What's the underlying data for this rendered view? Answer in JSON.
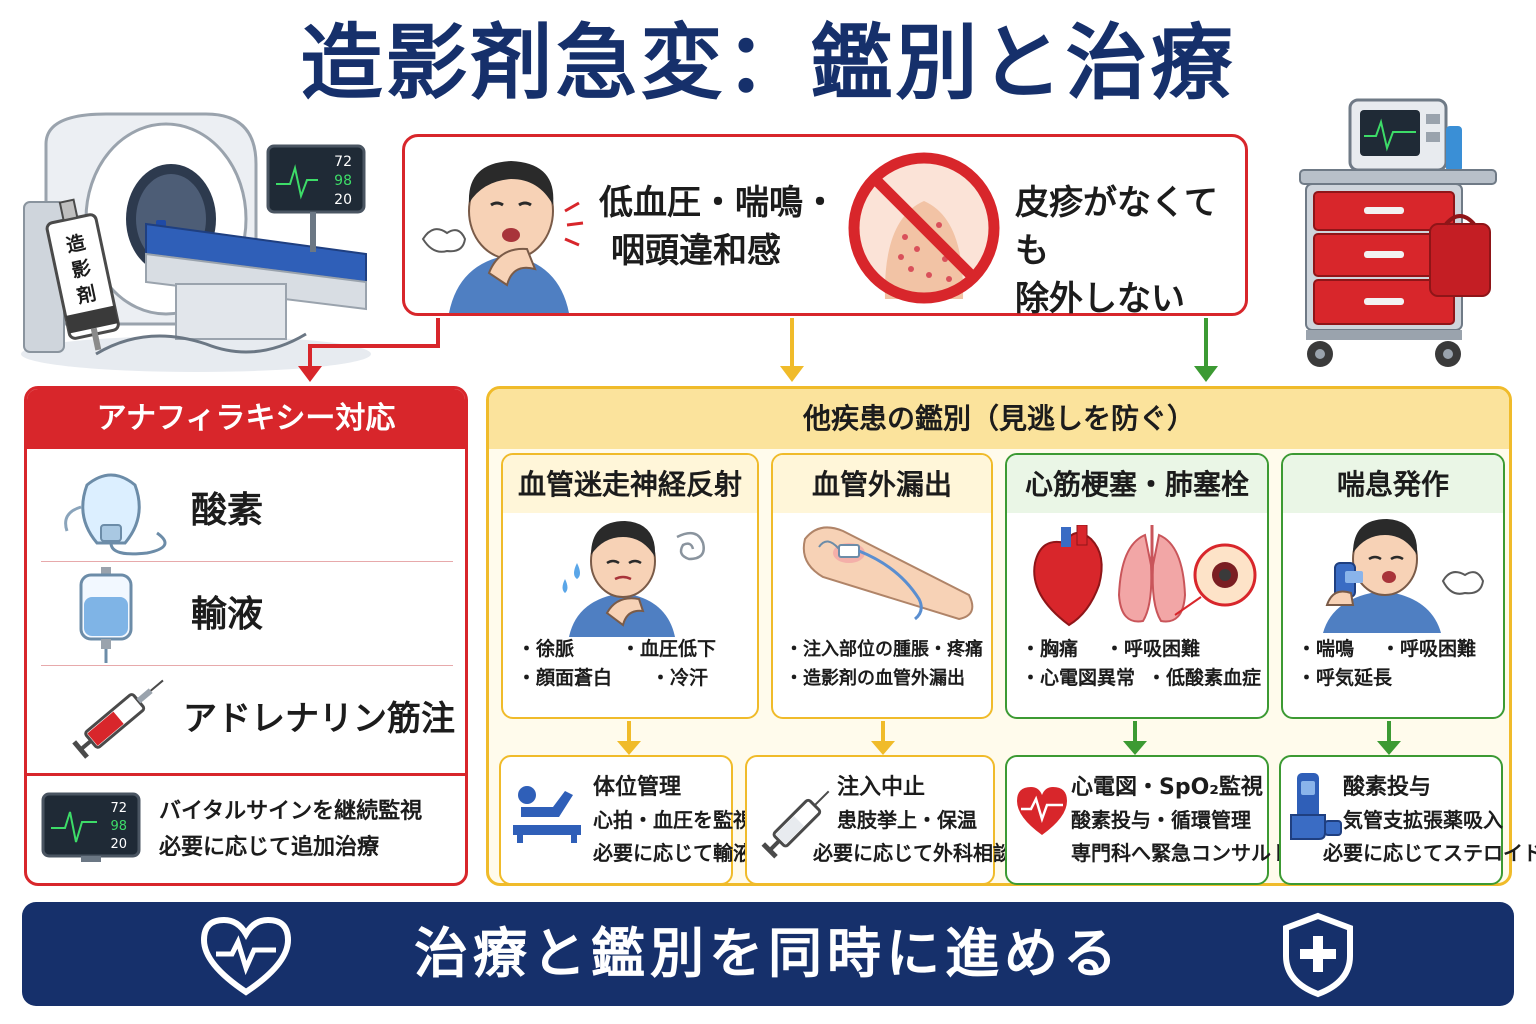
{
  "title": "造影剤急変：鑑別と治療",
  "top": {
    "symptoms_line1": "低血圧・喘鳴・",
    "symptoms_line2": "咽頭違和感",
    "rash_line1": "皮疹がなくても",
    "rash_line2": "除外しない"
  },
  "syringe_label": "造影剤",
  "monitor_values": [
    "72",
    "98",
    "20"
  ],
  "anaphylaxis": {
    "header": "アナフィラキシー対応",
    "items": [
      {
        "label": "酸素",
        "icon": "oxygen-mask-icon"
      },
      {
        "label": "輸液",
        "icon": "iv-bag-icon"
      },
      {
        "label": "アドレナリン筋注",
        "icon": "syringe-icon"
      }
    ],
    "footer_line1": "バイタルサインを継続監視",
    "footer_line2": "必要に応じて追加治療"
  },
  "differential": {
    "header": "他疾患の鑑別（見逃しを防ぐ）",
    "cards": [
      {
        "title": "血管迷走神経反射",
        "symptoms": [
          [
            "・徐脈",
            "・血圧低下"
          ],
          [
            "・顔面蒼白",
            "・冷汗"
          ]
        ],
        "treatment": [
          "体位管理",
          "心拍・血圧を監視",
          "必要に応じて輸液"
        ]
      },
      {
        "title": "血管外漏出",
        "symptoms": [
          [
            "・注入部位の腫脹・疼痛"
          ],
          [
            "・造影剤の血管外漏出"
          ]
        ],
        "treatment": [
          "注入中止",
          "患肢挙上・保温",
          "必要に応じて外科相談"
        ]
      },
      {
        "title": "心筋梗塞・肺塞栓",
        "symptoms": [
          [
            "・胸痛",
            "・呼吸困難"
          ],
          [
            "・心電図異常",
            "・低酸素血症"
          ]
        ],
        "treatment": [
          "心電図・SpO₂監視",
          "酸素投与・循環管理",
          "専門科へ緊急コンサルト"
        ]
      },
      {
        "title": "喘息発作",
        "symptoms": [
          [
            "・喘鳴",
            "・呼吸困難"
          ],
          [
            "・呼気延長"
          ]
        ],
        "treatment": [
          "酸素投与",
          "気管支拡張薬吸入",
          "必要に応じてステロイド"
        ]
      }
    ]
  },
  "banner": "治療と鑑別を同時に進める",
  "colors": {
    "navy": "#16306b",
    "red": "#d8262b",
    "yellow": "#f0bb2a",
    "green": "#3c9a33"
  }
}
